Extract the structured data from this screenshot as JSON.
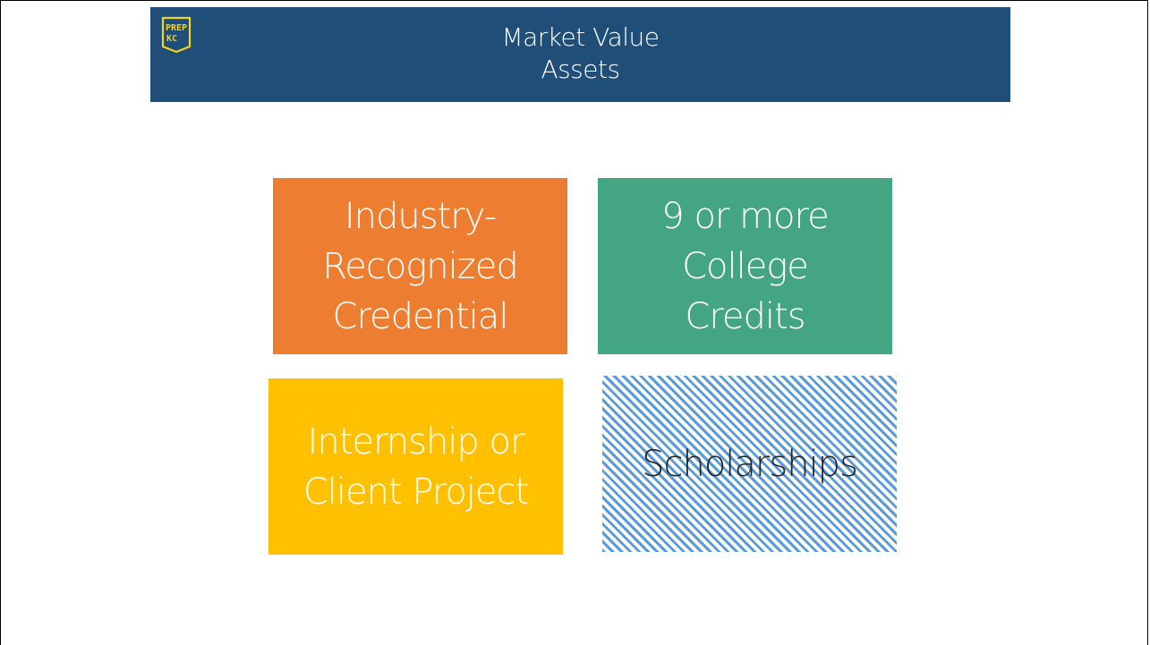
{
  "header": {
    "logo_text_line1": "PREP",
    "logo_text_line2": "KC",
    "title_line1": "Market Value",
    "title_line2": "Assets",
    "background_color": "#1f4e79",
    "logo_color": "#f5d31a"
  },
  "tiles": [
    {
      "label": "Industry-\nRecognized\nCredential",
      "color": "#ed7d31"
    },
    {
      "label": "9 or more\nCollege\nCredits",
      "color": "#43a582"
    },
    {
      "label": "Internship or\nClient Project",
      "color": "#ffc000"
    },
    {
      "label": "Scholarships",
      "color": "#5b9bd5",
      "pattern": "diagonal-stripes"
    }
  ]
}
